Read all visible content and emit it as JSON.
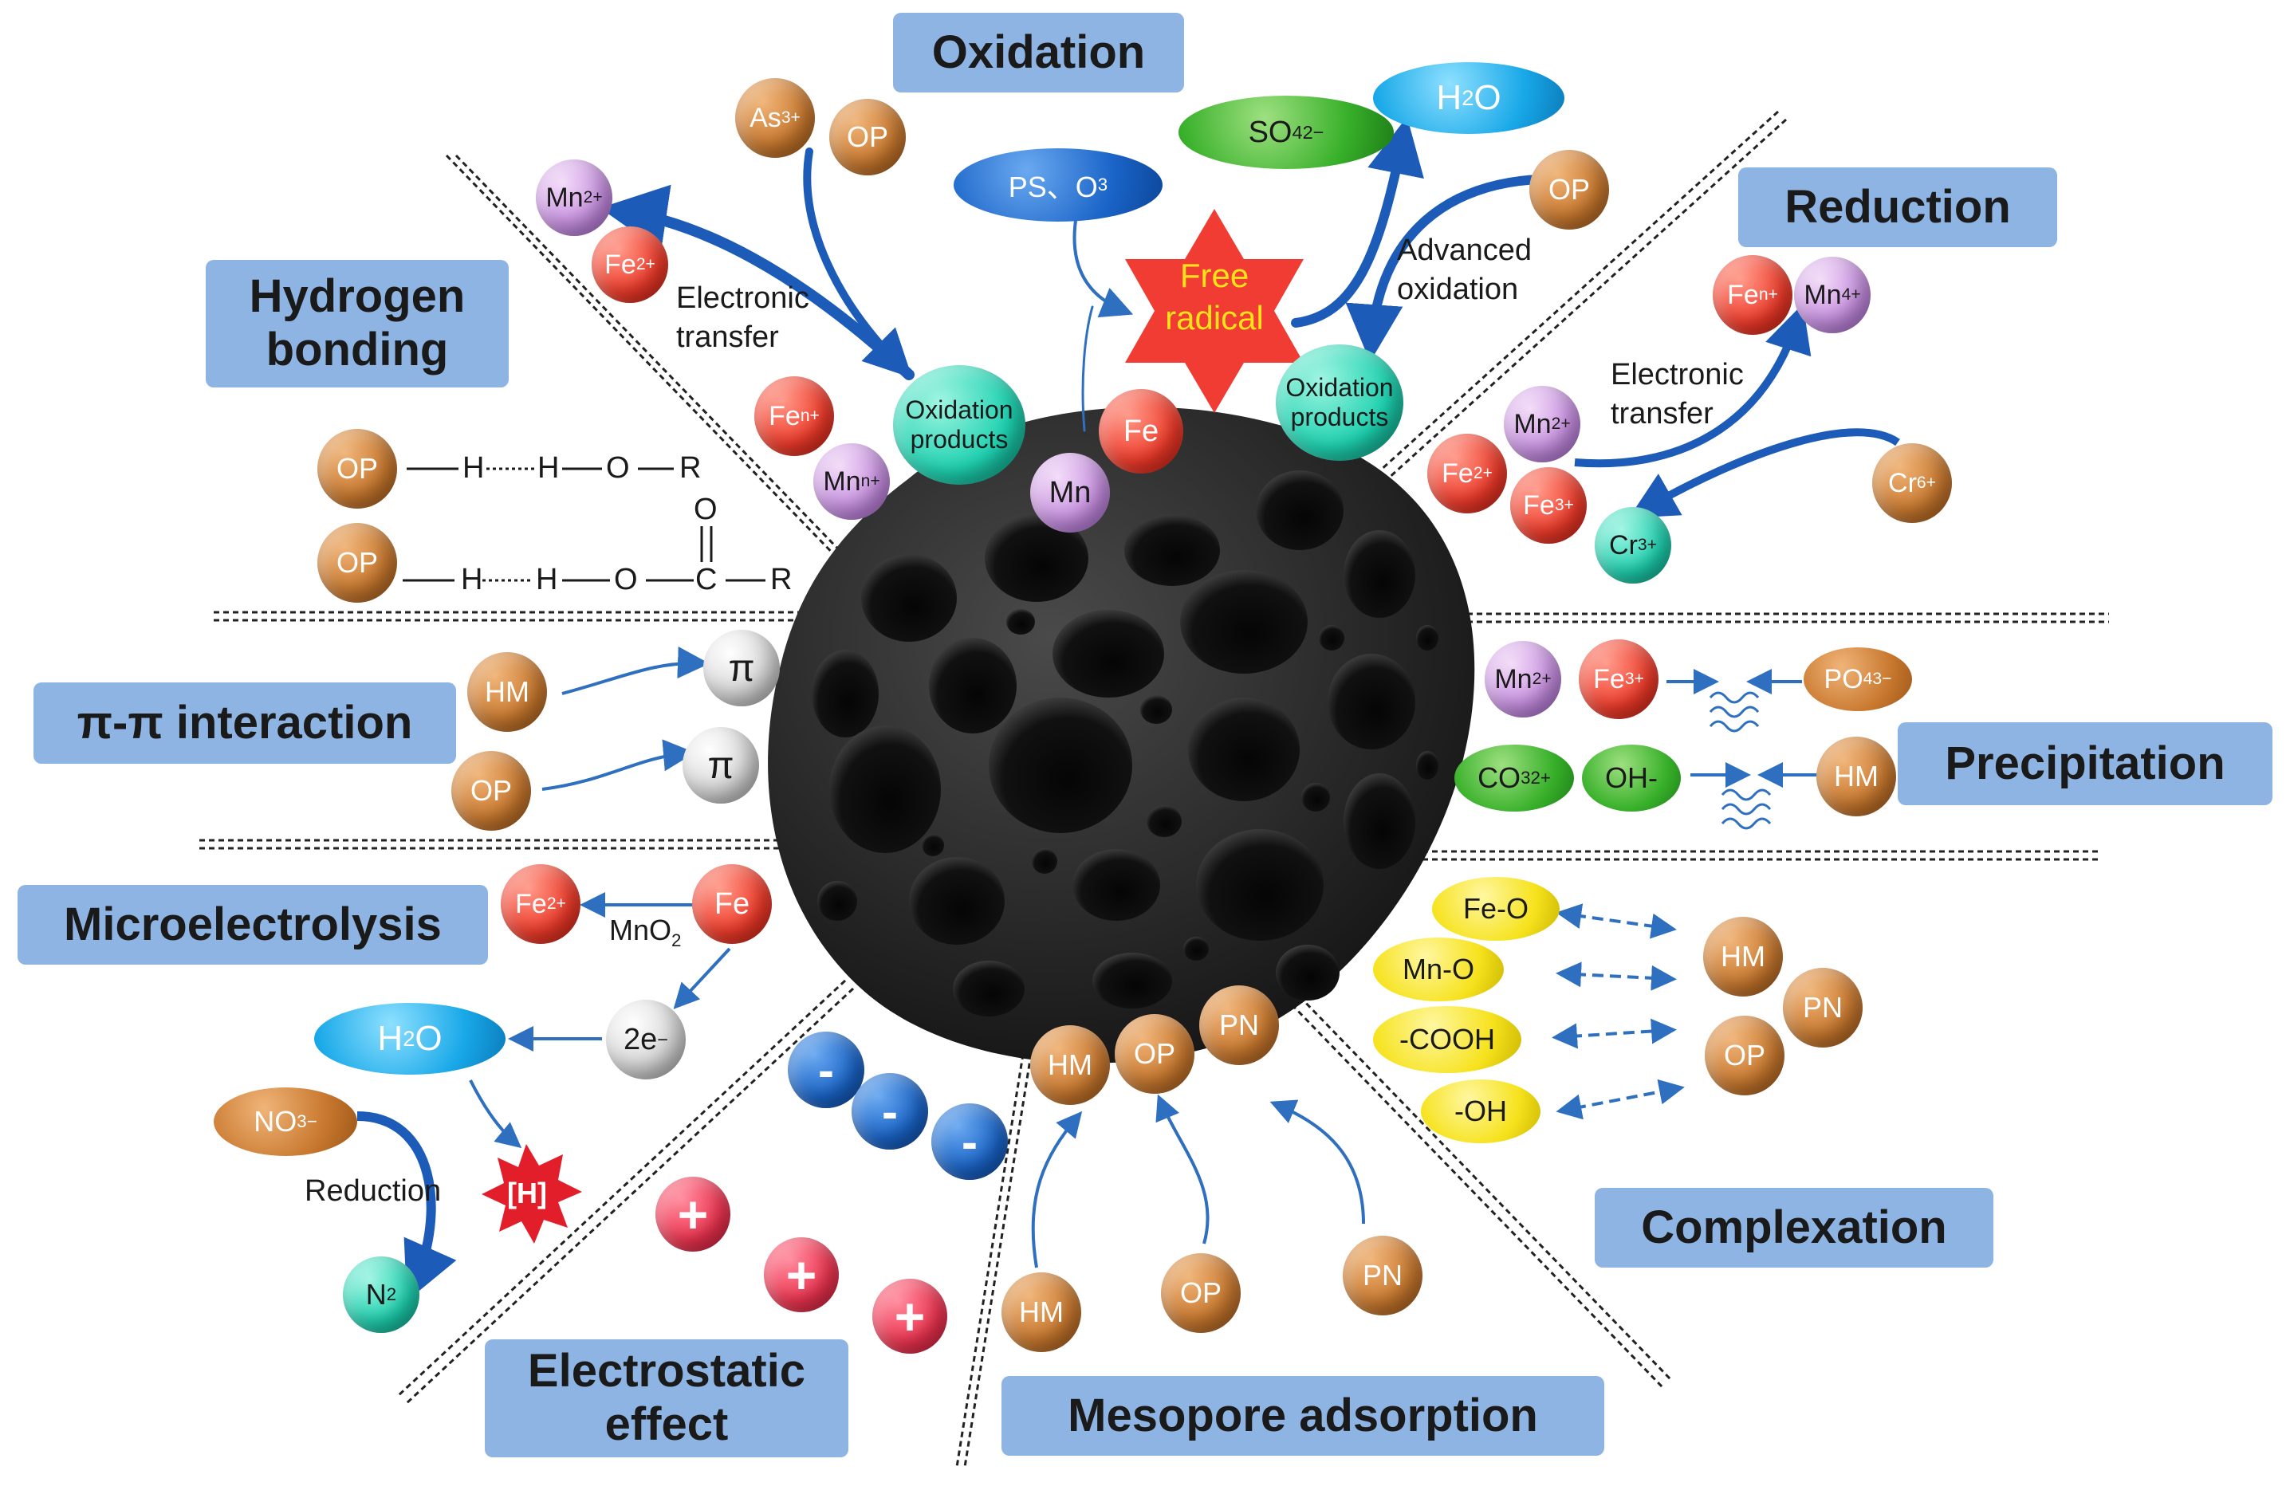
{
  "mechanisms": {
    "oxidation": "Oxidation",
    "reduction": "Reduction",
    "hydrogen_bonding_line1": "Hydrogen",
    "hydrogen_bonding_line2": "bonding",
    "pi_pi": "π-π interaction",
    "precipitation": "Precipitation",
    "microelectrolysis": "Microelectrolysis",
    "complexation": "Complexation",
    "electrostatic_line1": "Electrostatic",
    "electrostatic_line2": "effect",
    "mesopore": "Mesopore adsorption"
  },
  "species": {
    "op": "OP",
    "hm": "HM",
    "pn": "PN",
    "fe": "Fe",
    "mn": "Mn",
    "as3": "As",
    "as3_sup": "3+",
    "mn2_base": "Mn",
    "mn2_sup": "2+",
    "fe2_base": "Fe",
    "fe2_sup": "2+",
    "fe3_base": "Fe",
    "fe3_sup": "3+",
    "fen_base": "Fe",
    "fen_sup": "n+",
    "mnn_base": "Mn",
    "mnn_sup": "n+",
    "mn4_base": "Mn",
    "mn4_sup": "4+",
    "cr6_base": "Cr",
    "cr6_sup": "6+",
    "cr3_base": "Cr",
    "cr3_sup": "3+",
    "pi": "π",
    "two_e": "2e",
    "two_e_sup": "−",
    "minus": "-",
    "plus": "+"
  },
  "ovals": {
    "h2o_base": "H",
    "h2o_sub": "2",
    "h2o_tail": "O",
    "so4_base": "SO",
    "so4_sub": "4",
    "so4_sup": "2−",
    "ps_o3_base": "PS、O",
    "ps_o3_sub": "3",
    "po4_base": "PO",
    "po4_sub": "4",
    "po4_sup": "3−",
    "co3_base": "CO",
    "co3_sub": "3",
    "co3_sup": "2+",
    "oh_minus": "OH-",
    "no3_base": "NO",
    "no3_sub": "3",
    "no3_sup": "−",
    "fe_o": "Fe-O",
    "mn_o": "Mn-O",
    "cooh": "-COOH",
    "oh": "-OH"
  },
  "labels": {
    "electronic_transfer_1": "Electronic",
    "electronic_transfer_2": "transfer",
    "advanced_oxidation_1": "Advanced",
    "advanced_oxidation_2": "oxidation",
    "oxidation_products_1": "Oxidation",
    "oxidation_products_2": "products",
    "free_radical_1": "Free",
    "free_radical_2": "radical",
    "reduction_small": "Reduction",
    "mno2_base": "MnO",
    "mno2_sub": "2",
    "n2_base": "N",
    "n2_sub": "2",
    "h_radical": "[H]"
  },
  "hbond": {
    "row1": [
      "H",
      "H",
      "O",
      "R"
    ],
    "row2": [
      "H",
      "H",
      "O",
      "C",
      "R"
    ],
    "carbonyl_o": "O"
  },
  "colors": {
    "label_box": "#8eb4e3",
    "arrow_blue": "#2f6fc0",
    "dark_arrow": "#1c5cb8"
  }
}
